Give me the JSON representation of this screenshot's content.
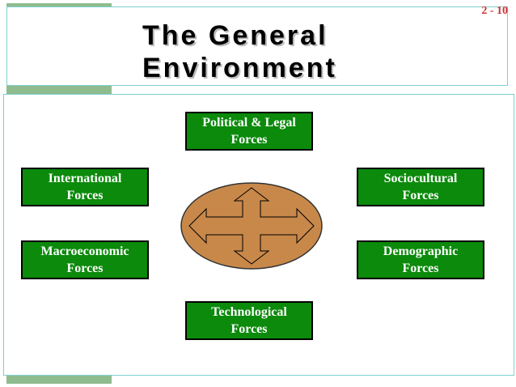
{
  "slide": {
    "number": "2 - 10"
  },
  "title": {
    "line1": "The General",
    "line2": "Environment"
  },
  "forces": {
    "political": {
      "line1": "Political & Legal",
      "line2": "Forces"
    },
    "international": {
      "line1": "International",
      "line2": "Forces"
    },
    "sociocultural": {
      "line1": "Sociocultural",
      "line2": "Forces"
    },
    "macroeconomic": {
      "line1": "Macroeconomic",
      "line2": "Forces"
    },
    "demographic": {
      "line1": "Demographic",
      "line2": "Forces"
    },
    "technological": {
      "line1": "Technological",
      "line2": "Forces"
    }
  },
  "center": {
    "icon": "four-way-arrow-icon"
  },
  "colors": {
    "box_fill": "#0b8a0b",
    "ellipse_fill": "#c8884a",
    "accent_strip": "#8fbc8f",
    "slide_number": "#cc3333"
  }
}
